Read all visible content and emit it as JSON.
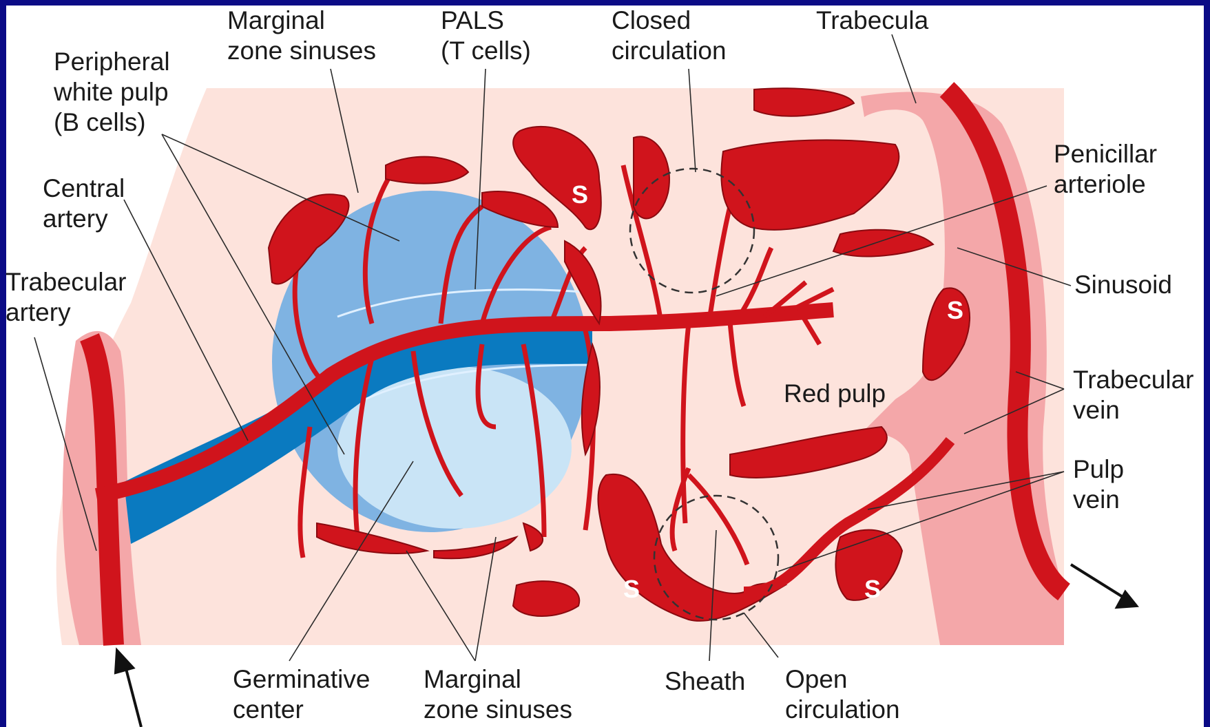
{
  "labels": {
    "marginal_zone_sinuses_top": [
      "Marginal",
      "zone sinuses"
    ],
    "pals": [
      "PALS",
      "(T cells)"
    ],
    "closed_circulation": [
      "Closed",
      "circulation"
    ],
    "trabecula": "Trabecula",
    "peripheral_white_pulp": [
      "Peripheral",
      "white pulp",
      "(B cells)"
    ],
    "central_artery": [
      "Central",
      "artery"
    ],
    "trabecular_artery": [
      "Trabecular",
      "artery"
    ],
    "penicillar_arteriole": [
      "Penicillar",
      "arteriole"
    ],
    "sinusoid": "Sinusoid",
    "red_pulp": "Red pulp",
    "trabecular_vein": [
      "Trabecular",
      "vein"
    ],
    "pulp_vein": [
      "Pulp",
      "vein"
    ],
    "germinative_center": [
      "Germinative",
      "center"
    ],
    "marginal_zone_sinuses_bottom": [
      "Marginal",
      "zone sinuses"
    ],
    "sheath": "Sheath",
    "open_circulation": [
      "Open",
      "circulation"
    ],
    "sinus_marker": "S"
  },
  "colors": {
    "background": "#0b0b86",
    "red_pulp": "#fde3dc",
    "trabecula": "#f4a7a9",
    "white_pulp": "#7fb3e2",
    "pals": "#0a7ac0",
    "germinal_center": "#c9e4f6",
    "vessel": "#d0141c"
  }
}
